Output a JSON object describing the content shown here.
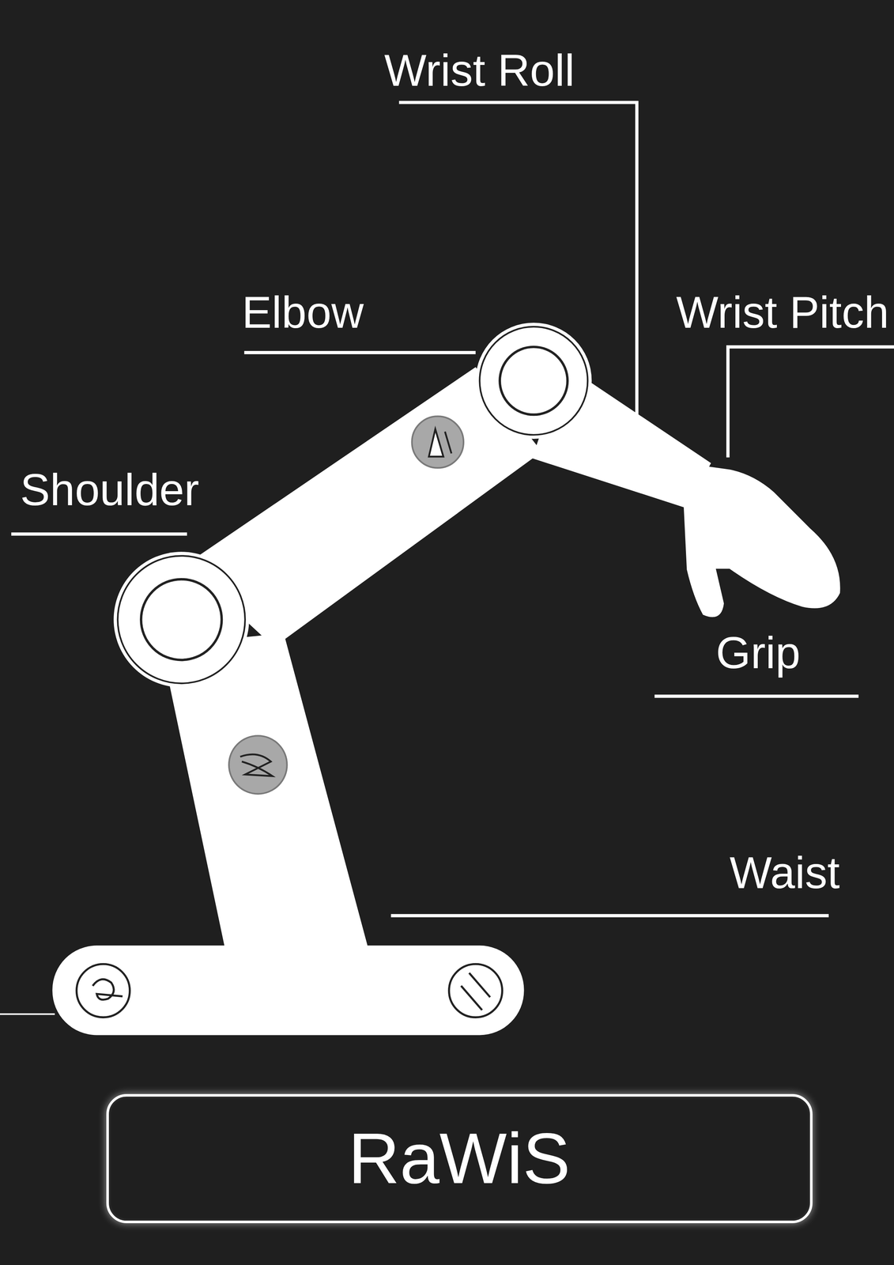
{
  "diagram": {
    "nodes": [
      {
        "text": [
          "RaWiS"
        ]
      }
    ],
    "labels": [
      "Wrist Roll",
      "Elbow",
      "Wrist Pitch",
      "Shoulder",
      "Grip",
      "Waist"
    ]
  }
}
